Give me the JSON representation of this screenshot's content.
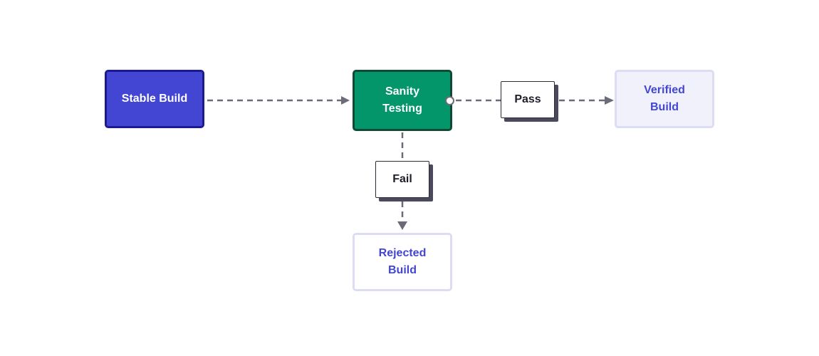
{
  "nodes": {
    "stable": "Stable Build",
    "sanity": "Sanity\nTesting",
    "verified": "Verified\nBuild",
    "rejected": "Rejected\nBuild"
  },
  "edges": {
    "pass": "Pass",
    "fail": "Fail"
  },
  "colors": {
    "primary": "#4346d3",
    "success": "#04966b",
    "edge": "#6b6b7a",
    "muted_bg": "#f1f1fc"
  }
}
